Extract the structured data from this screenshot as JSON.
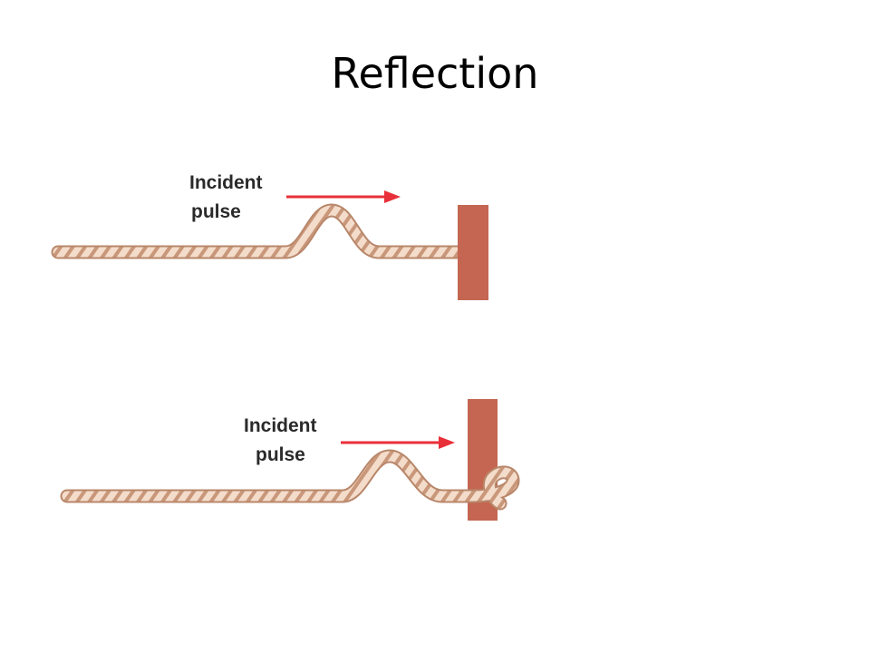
{
  "slide": {
    "title": "Reflection"
  },
  "panels": [
    {
      "label_line1": "Incident",
      "label_line2": "pulse"
    },
    {
      "label_line1": "Incident",
      "label_line2": "pulse"
    }
  ],
  "colors": {
    "rope_dark": "#b8876a",
    "rope_light": "#f4dccb",
    "rope_stripe": "#c9977a",
    "wall": "#c46651",
    "arrow": "#e8303a"
  },
  "icons": {
    "arrow": "right-arrow-icon"
  }
}
